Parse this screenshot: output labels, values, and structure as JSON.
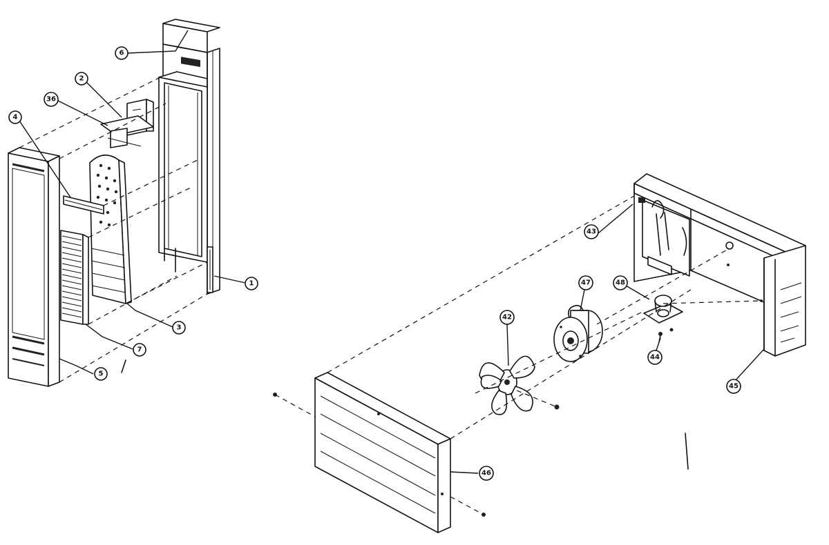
{
  "callouts": [
    "6",
    "2",
    "36",
    "4",
    "1",
    "3",
    "7",
    "5",
    "43",
    "47",
    "48",
    "42",
    "44",
    "45",
    "46"
  ]
}
